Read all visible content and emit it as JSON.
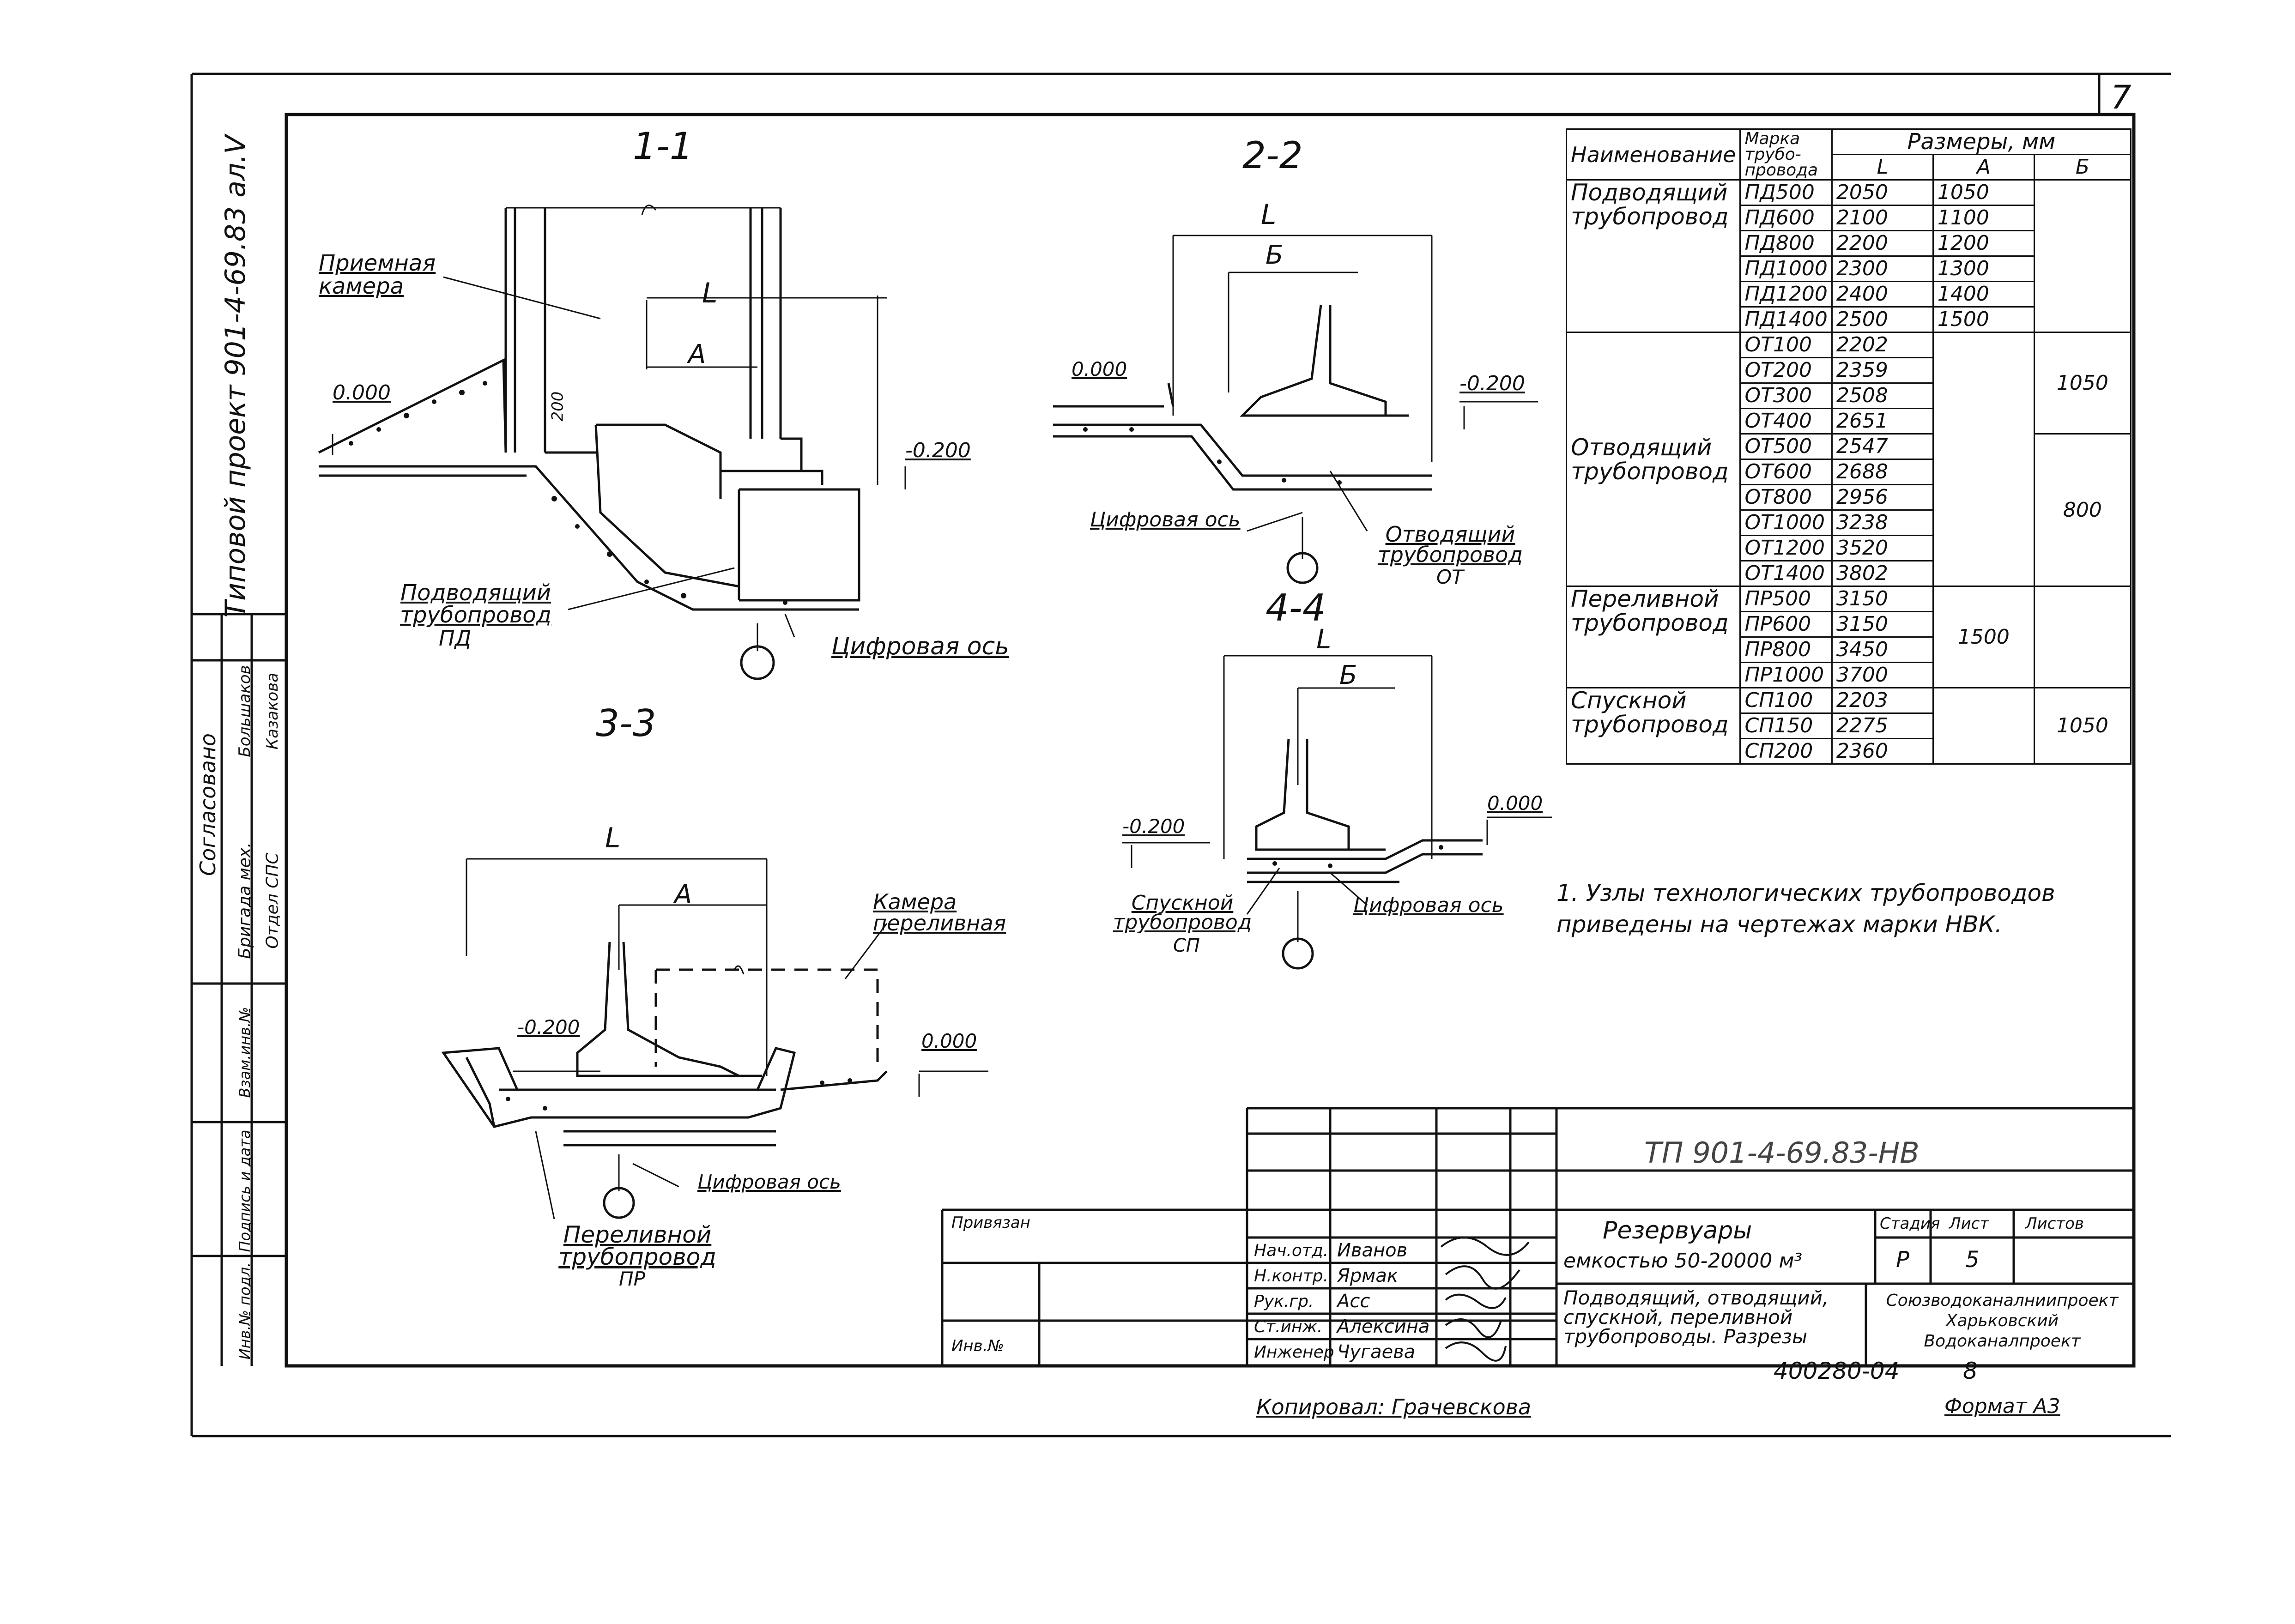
{
  "sheet": {
    "sheet_no_corner": "7",
    "side_stamp": "Типовой проект 901-4-69.83 ал.V",
    "copied_by": "Копировал: Грачевскова",
    "format": "Формат А3",
    "archive_no": "400280-04",
    "archive_page": "8"
  },
  "side_block": {
    "agreed": "Согласовано",
    "rows": [
      {
        "role": "Бригада мех.",
        "name": "Большаков"
      },
      {
        "role": "Отдел СПС",
        "name": "Казакова"
      }
    ],
    "columns": [
      "Взам.инв.№",
      "Подпись и дата",
      "Инв.№ подл."
    ]
  },
  "sections": {
    "s11": {
      "title": "1-1",
      "labels": {
        "chamber": "Приемная камера",
        "pipe": "Подводящий трубопровод",
        "pipe_mark": "ПД",
        "axis": "Цифровая ось",
        "L": "L",
        "A": "А",
        "elev0": "0.000",
        "elev_neg": "-0.200",
        "dim200": "200"
      }
    },
    "s22": {
      "title": "2-2",
      "labels": {
        "L": "L",
        "B": "Б",
        "elev0": "0.000",
        "elev_neg": "-0.200",
        "axis": "Цифровая ось",
        "pipe": "Отводящий трубопровод",
        "pipe_mark": "ОТ"
      }
    },
    "s33": {
      "title": "3-3",
      "labels": {
        "L": "L",
        "A": "А",
        "chamber": "Камера переливная",
        "elev_neg": "-0.200",
        "elev0": "0.000",
        "axis": "Цифровая ось",
        "pipe": "Переливной трубопровод",
        "pipe_mark": "ПР"
      }
    },
    "s44": {
      "title": "4-4",
      "labels": {
        "L": "L",
        "B": "Б",
        "elev_neg": "-0.200",
        "elev0": "0.000",
        "pipe": "Спускной трубопровод",
        "pipe_mark": "СП",
        "axis": "Цифровая ось"
      }
    }
  },
  "dims_table": {
    "headers": {
      "name": "Наименование",
      "mark": "Марка трубо-провода",
      "sizes": "Размеры, мм",
      "L": "L",
      "A": "А",
      "B": "Б"
    },
    "groups": [
      {
        "name": "Подводящий трубопровод",
        "rows": [
          {
            "mark": "ПД500",
            "L": "2050",
            "A": "1050"
          },
          {
            "mark": "ПД600",
            "L": "2100",
            "A": "1100"
          },
          {
            "mark": "ПД800",
            "L": "2200",
            "A": "1200"
          },
          {
            "mark": "ПД1000",
            "L": "2300",
            "A": "1300"
          },
          {
            "mark": "ПД1200",
            "L": "2400",
            "A": "1400"
          },
          {
            "mark": "ПД1400",
            "L": "2500",
            "A": "1500"
          }
        ]
      },
      {
        "name": "Отводящий трубопровод",
        "rows": [
          {
            "mark": "ОТ100",
            "L": "2202"
          },
          {
            "mark": "ОТ200",
            "L": "2359"
          },
          {
            "mark": "ОТ300",
            "L": "2508"
          },
          {
            "mark": "ОТ400",
            "L": "2651"
          },
          {
            "mark": "ОТ500",
            "L": "2547"
          },
          {
            "mark": "ОТ600",
            "L": "2688"
          },
          {
            "mark": "ОТ800",
            "L": "2956"
          },
          {
            "mark": "ОТ1000",
            "L": "3238"
          },
          {
            "mark": "ОТ1200",
            "L": "3520"
          },
          {
            "mark": "ОТ1400",
            "L": "3802"
          }
        ],
        "B_first": "1050",
        "B_second": "800"
      },
      {
        "name": "Переливной трубопровод",
        "rows": [
          {
            "mark": "ПР500",
            "L": "3150"
          },
          {
            "mark": "ПР600",
            "L": "3150"
          },
          {
            "mark": "ПР800",
            "L": "3450"
          },
          {
            "mark": "ПР1000",
            "L": "3700"
          }
        ],
        "A_merged": "1500"
      },
      {
        "name": "Спускной трубопровод",
        "rows": [
          {
            "mark": "СП100",
            "L": "2203"
          },
          {
            "mark": "СП150",
            "L": "2275"
          },
          {
            "mark": "СП200",
            "L": "2360"
          }
        ],
        "B_merged": "1050"
      }
    ]
  },
  "note": "1. Узлы технологических трубопроводов приведены на чертежах марки НВК.",
  "title_block": {
    "code": "ТП 901-4-69.83-НВ",
    "bound": "Привязан",
    "inv": "Инв.№",
    "signers": [
      {
        "role": "Нач.отд.",
        "name": "Иванов"
      },
      {
        "role": "Н.контр.",
        "name": "Ярмак"
      },
      {
        "role": "Рук.гр.",
        "name": "Асс"
      },
      {
        "role": "Ст.инж.",
        "name": "Алексина"
      },
      {
        "role": "Инженер",
        "name": "Чугаева"
      }
    ],
    "object_line1": "Резервуары",
    "object_line2": "емкостью 50-20000 м³",
    "stage_h": "Стадия",
    "sheet_h": "Лист",
    "sheets_h": "Листов",
    "stage": "Р",
    "sheet": "5",
    "drawing_title": "Подводящий, отводящий, спускной, переливной трубопроводы. Разрезы",
    "org": "Союзводоканалниипроект Харьковский Водоканалпроект"
  }
}
